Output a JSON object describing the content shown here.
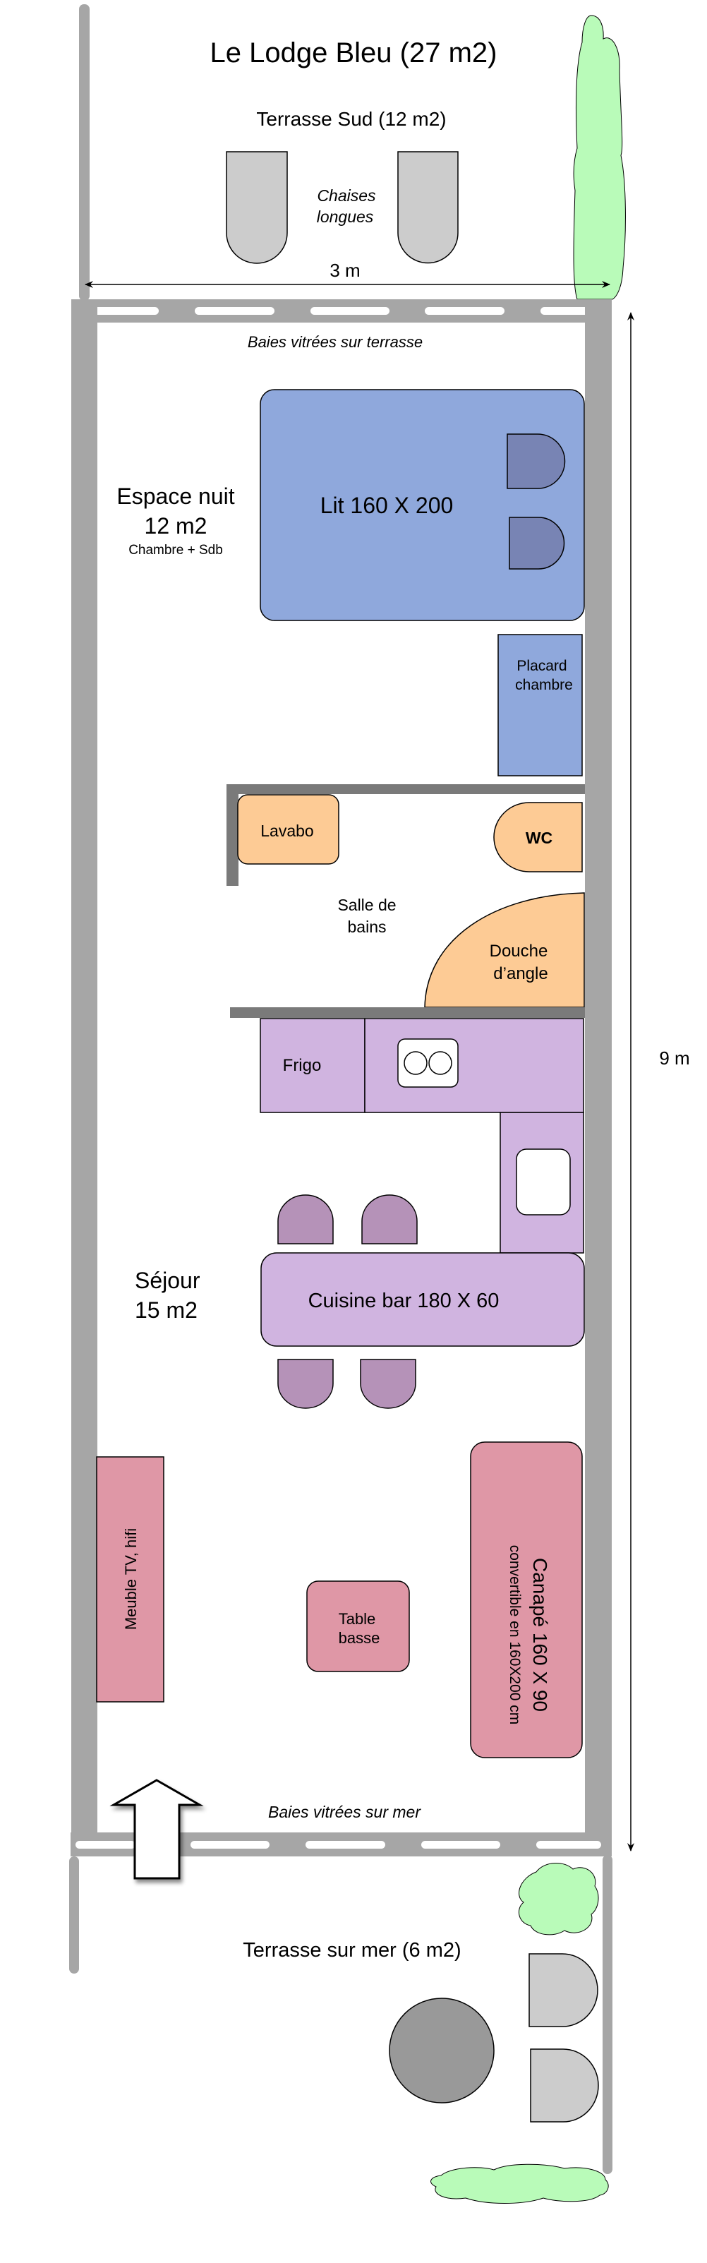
{
  "title": "Le Lodge Bleu (27 m2)",
  "terrace_south": {
    "label": "Terrasse Sud (12 m2)",
    "chairs_label": [
      "Chaises",
      "longues"
    ],
    "width_label": "3 m"
  },
  "windows_top": "Baies vitrées sur terrasse",
  "night_area": {
    "title": "Espace nuit",
    "area": "12 m2",
    "subtitle": "Chambre + Sdb"
  },
  "bed": "Lit 160 X 200",
  "closet": [
    "Placard",
    "chambre"
  ],
  "bathroom": {
    "label": [
      "Salle de",
      "bains"
    ],
    "sink": "Lavabo",
    "wc": "WC",
    "shower": [
      "Douche",
      "d’angle"
    ]
  },
  "kitchen": {
    "fridge": "Frigo",
    "bar": "Cuisine bar 180 X 60"
  },
  "living": {
    "title": "Séjour",
    "area": "15 m2",
    "tv": "Meuble TV, hifi",
    "coffee_table": [
      "Table",
      "basse"
    ],
    "sofa": [
      "Canapé 160 X 90",
      "convertible en 160X200 cm"
    ]
  },
  "length_label": "9 m",
  "windows_bottom": "Baies vitrées sur mer",
  "terrace_sea": "Terrasse sur mer (6 m2)",
  "colors": {
    "wall": "#a6a6a6",
    "bed": "#8fa8dc",
    "pillow": "#7884b4",
    "bath": "#fdcb95",
    "kitchen": "#d0b4e0",
    "stool": "#b592b8",
    "living": "#df97a6",
    "plant": "#b9fbb9",
    "chair": "#cccccc",
    "table": "#999999"
  }
}
